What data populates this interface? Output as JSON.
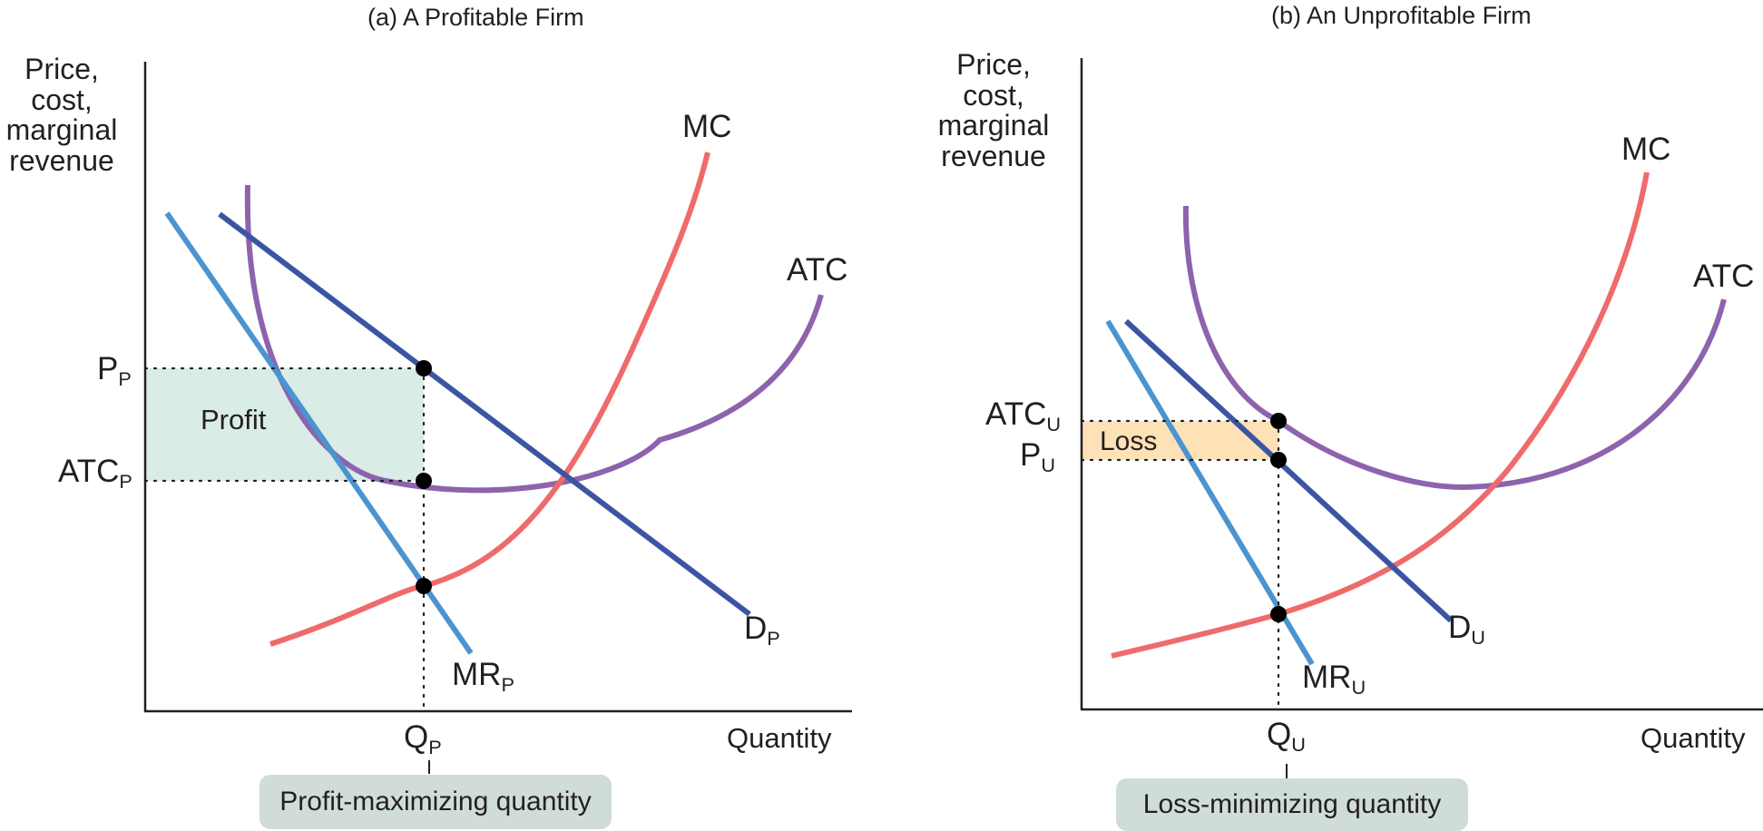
{
  "panels": [
    {
      "title": "(a) A Profitable Firm",
      "y_axis_label": [
        "Price,",
        "cost,",
        "marginal",
        "revenue"
      ],
      "x_axis_label": "Quantity",
      "curves": {
        "mc": {
          "text": "MC",
          "sub": ""
        },
        "atc": {
          "text": "ATC",
          "sub": ""
        },
        "demand": {
          "text": "D",
          "sub": "P"
        },
        "mr": {
          "text": "MR",
          "sub": "P"
        }
      },
      "levels": {
        "price": {
          "text": "P",
          "sub": "P"
        },
        "atc": {
          "text": "ATC",
          "sub": "P"
        }
      },
      "quantity": {
        "text": "Q",
        "sub": "P"
      },
      "area_label": "Profit",
      "quantity_note": "Profit-maximizing quantity"
    },
    {
      "title": "(b) An Unprofitable Firm",
      "y_axis_label": [
        "Price,",
        "cost,",
        "marginal",
        "revenue"
      ],
      "x_axis_label": "Quantity",
      "curves": {
        "mc": {
          "text": "MC",
          "sub": ""
        },
        "atc": {
          "text": "ATC",
          "sub": ""
        },
        "demand": {
          "text": "D",
          "sub": "U"
        },
        "mr": {
          "text": "MR",
          "sub": "U"
        }
      },
      "levels": {
        "atc": {
          "text": "ATC",
          "sub": "U"
        },
        "price": {
          "text": "P",
          "sub": "U"
        }
      },
      "quantity": {
        "text": "Q",
        "sub": "U"
      },
      "area_label": "Loss",
      "quantity_note": "Loss-minimizing quantity"
    }
  ],
  "colors": {
    "axis": "#231f20",
    "mc": "#ef6b6b",
    "atc": "#8e63ad",
    "demand": "#3b55a3",
    "mr": "#4b94d0",
    "profit_area": "#d9ece6",
    "loss_area": "#fde2b7",
    "point": "#000000",
    "note_pill": "#cfdcd8"
  }
}
